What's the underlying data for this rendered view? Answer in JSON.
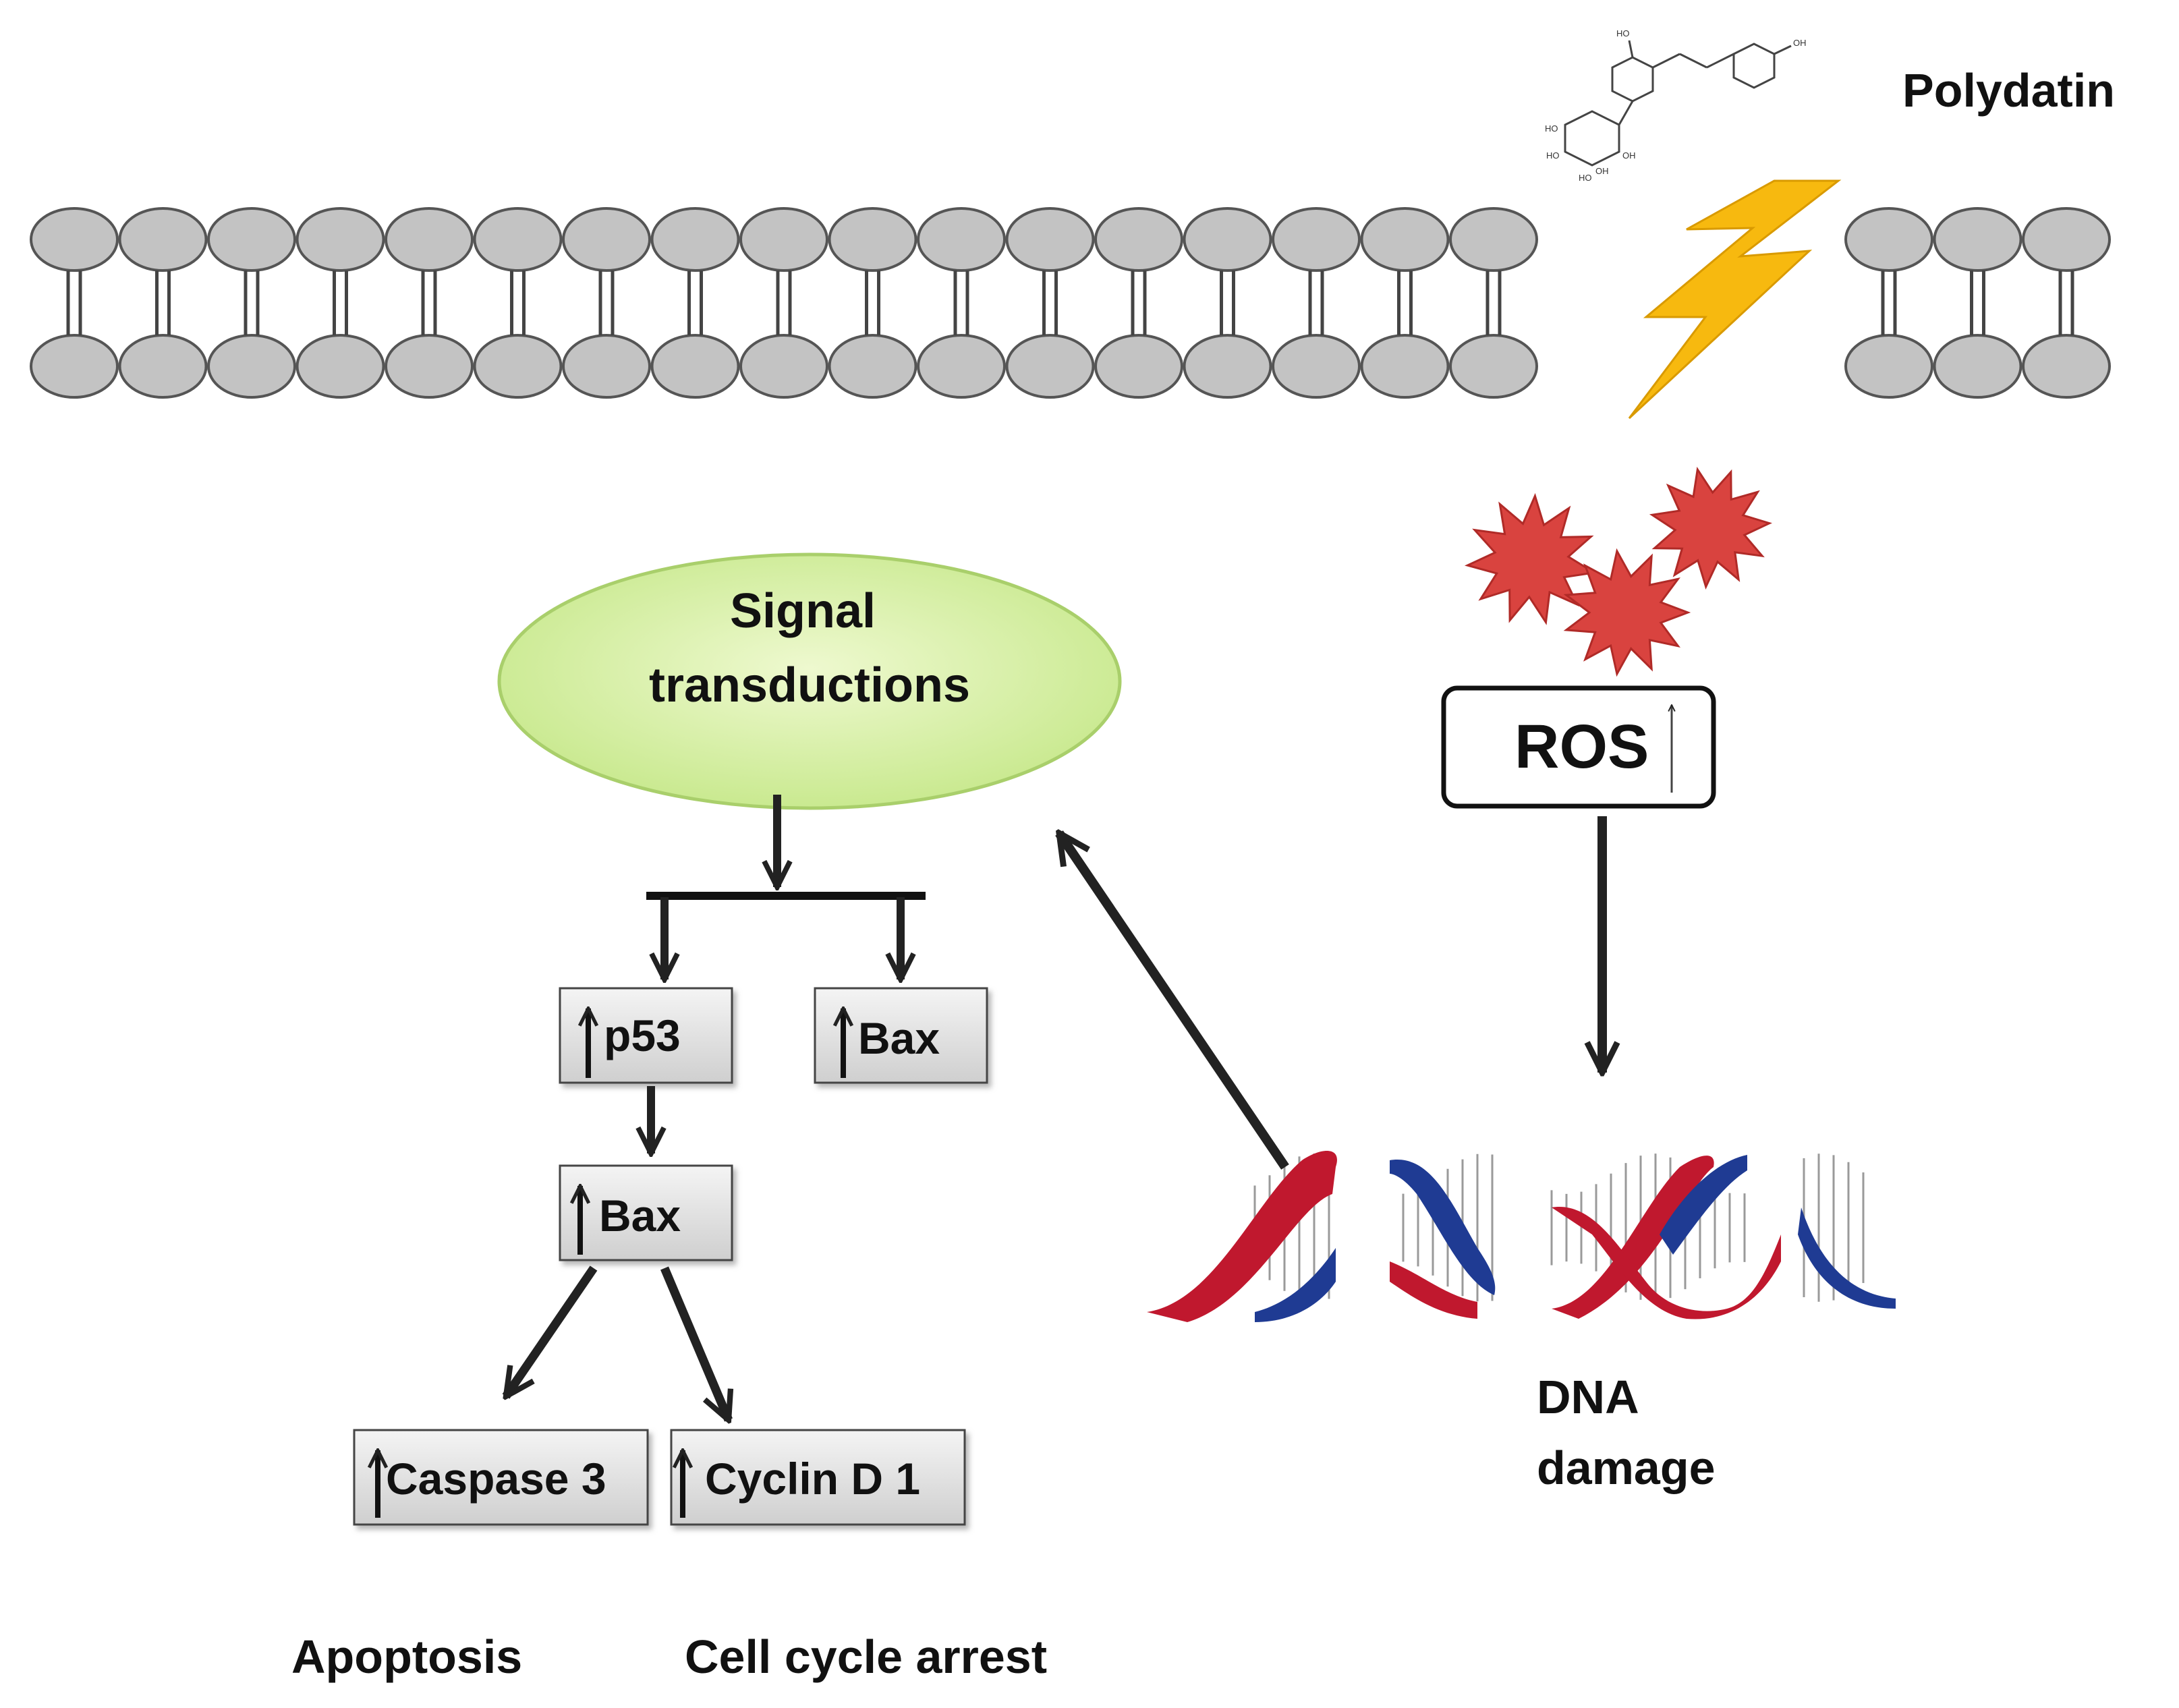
{
  "molecule": {
    "name": "Polydatin",
    "atoms": [
      "HO",
      "OH",
      "HO",
      "HO",
      "HO",
      "OH",
      "OH"
    ]
  },
  "nodes": {
    "signal": "Signal transductions",
    "ros": "ROS",
    "p53": "p53",
    "bax_right": "Bax",
    "bax_mid": "Bax",
    "caspase": "Caspase 3",
    "cyclin": "Cyclin D 1"
  },
  "outcomes": {
    "dna": "DNA damage",
    "apoptosis": "Apoptosis",
    "arrest": "Cell cycle arrest"
  },
  "colors": {
    "membrane_head": "#c3c3c3",
    "ellipse_fill": "#d6f0a6",
    "lightning": "#f7b90f",
    "ros_star": "#d9433f",
    "dna_red": "#c0182e",
    "dna_blue": "#1f3b93",
    "box_fill": "#e4e4e4"
  }
}
